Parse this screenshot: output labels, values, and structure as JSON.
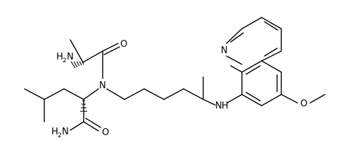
{
  "molecule": {
    "atoms": {
      "amine_top_N": "N",
      "amine_top_H": "H",
      "amine_top_sub": "2",
      "carbonyl_top_O": "O",
      "amide_N": "N",
      "aryl_amine_N": "N",
      "aryl_amine_H": "H",
      "quinoline_N": "N",
      "methoxy_O": "O",
      "amide_bottom_H": "H",
      "amide_bottom_sub": "2",
      "amide_bottom_N": "N",
      "carbonyl_bottom_O": "O"
    }
  }
}
